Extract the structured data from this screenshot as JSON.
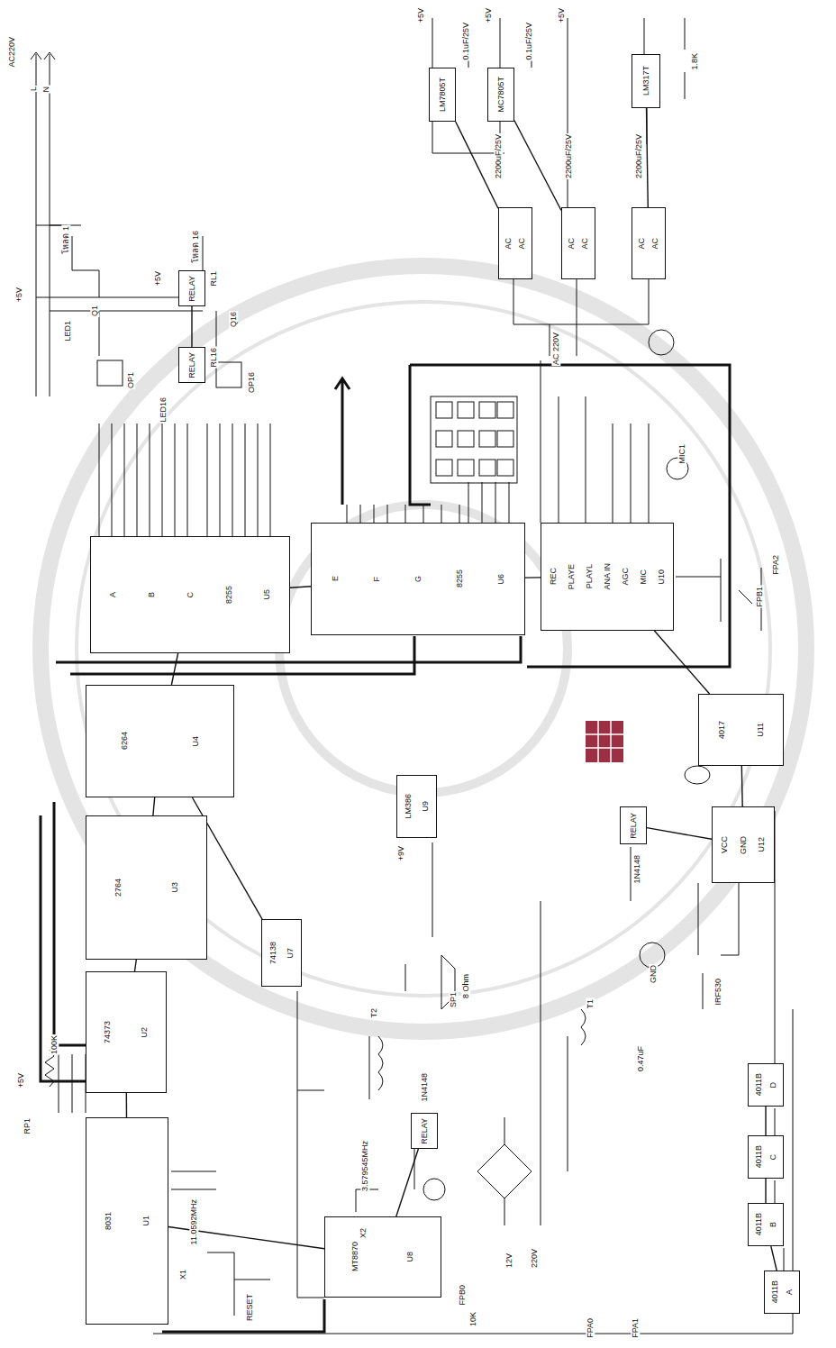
{
  "diagram": {
    "nodes": [
      {
        "text": [
          "8031",
          "U1"
        ]
      },
      {
        "text": [
          "74373",
          "U2"
        ]
      },
      {
        "text": [
          "2764",
          "U3"
        ]
      },
      {
        "text": [
          "6264",
          "U4"
        ]
      },
      {
        "text": [
          "A",
          "B",
          "C",
          "8255",
          "U5"
        ]
      },
      {
        "text": [
          "E",
          "F",
          "G",
          "8255",
          "U6"
        ]
      },
      {
        "text": [
          "74138",
          "U7"
        ]
      },
      {
        "text": [
          "MT8870",
          "U8"
        ]
      },
      {
        "text": [
          "LM386",
          "U9"
        ]
      },
      {
        "text": [
          "REC",
          "PLAYE",
          "PLAYL",
          "ANA IN",
          "AGC",
          "MIC",
          "U10"
        ]
      },
      {
        "text": [
          "4017",
          "U11"
        ]
      },
      {
        "text": [
          "VCC",
          "GND",
          "U12"
        ]
      },
      {
        "text": [
          "LM7805T"
        ]
      },
      {
        "text": [
          "MC7805T"
        ]
      },
      {
        "text": [
          "LM317T"
        ]
      },
      {
        "text": [
          "RELAY"
        ]
      },
      {
        "text": [
          "RELAY"
        ]
      },
      {
        "text": [
          "RELAY"
        ]
      },
      {
        "text": [
          "RELAY"
        ]
      },
      {
        "text": [
          "AC",
          "AC"
        ]
      },
      {
        "text": [
          "AC",
          "AC"
        ]
      },
      {
        "text": [
          "AC",
          "AC"
        ]
      },
      {
        "text": [
          "4011B",
          "D"
        ]
      },
      {
        "text": [
          "4011B",
          "C"
        ]
      },
      {
        "text": [
          "4011B",
          "B"
        ]
      },
      {
        "text": [
          "4011B",
          "A"
        ]
      }
    ],
    "edges": [
      {
        "from": 0,
        "to": 1,
        "arrow": "none"
      },
      {
        "from": 1,
        "to": 2,
        "arrow": "none"
      },
      {
        "from": 2,
        "to": 3,
        "arrow": "none"
      },
      {
        "from": 3,
        "to": 4,
        "arrow": "none"
      },
      {
        "from": 4,
        "to": 5,
        "arrow": "none"
      },
      {
        "from": 5,
        "to": 9,
        "arrow": "none"
      },
      {
        "from": 0,
        "to": 7,
        "arrow": "none"
      },
      {
        "from": 6,
        "to": 3,
        "arrow": "none"
      },
      {
        "from": 9,
        "to": 10,
        "arrow": "none"
      },
      {
        "from": 10,
        "to": 11,
        "arrow": "none"
      },
      {
        "from": 12,
        "to": 19,
        "arrow": "none"
      },
      {
        "from": 13,
        "to": 20,
        "arrow": "none"
      },
      {
        "from": 14,
        "to": 21,
        "arrow": "none"
      },
      {
        "from": 25,
        "to": 24,
        "arrow": "none"
      },
      {
        "from": 24,
        "to": 23,
        "arrow": "none"
      },
      {
        "from": 23,
        "to": 22,
        "arrow": "none"
      },
      {
        "from": 15,
        "to": 16,
        "arrow": "none"
      },
      {
        "from": 17,
        "to": 7,
        "arrow": "none"
      },
      {
        "from": 18,
        "to": 11,
        "arrow": "none"
      }
    ],
    "labels": [
      "AC220V",
      "L",
      "N",
      "โหลด 1",
      "โหลด 16",
      "+5V",
      "+5V",
      "RL1",
      "RL16",
      "Q1",
      "Q16",
      "LED1",
      "LED16",
      "OP1",
      "OP16",
      "RP1",
      "+5V",
      "X1",
      "11.0592MHz",
      "RESET",
      "X2",
      "3.579545MHz",
      "SP1",
      "8 Ohm",
      "+9V",
      "+5V",
      "+5V",
      "+5V",
      "0.1uF/25V",
      "0.1uF/25V",
      "2200uF/25V",
      "2200uF/25V",
      "2200uF/25V",
      "1.8K",
      "AC 220V",
      "MIC1",
      "FPB1",
      "FPA2",
      "IRF530",
      "T1",
      "T2",
      "GND",
      "0.47uF",
      "12V",
      "220V",
      "FPA1",
      "FPA0",
      "FPB0",
      "1N4148",
      "1N4148",
      "10K",
      "100K"
    ]
  }
}
